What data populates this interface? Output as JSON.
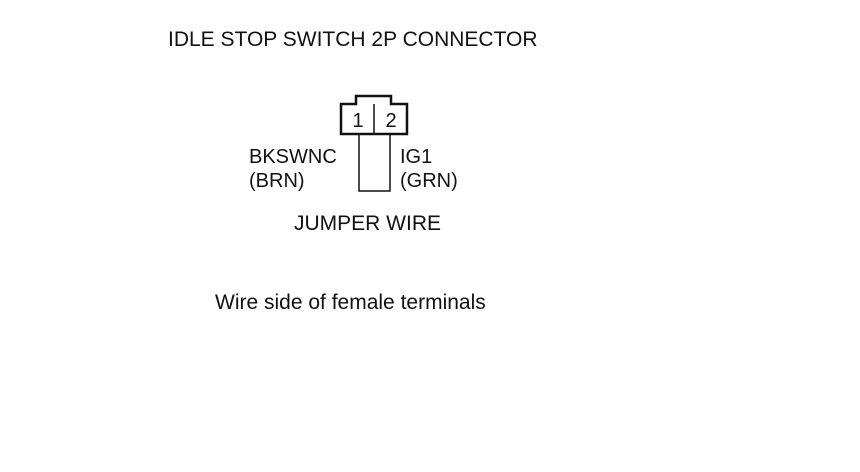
{
  "diagram": {
    "title": "IDLE STOP SWITCH 2P CONNECTOR",
    "connector": {
      "pins": [
        {
          "number": "1",
          "wire_name": "BKSWNC",
          "wire_color": "(BRN)"
        },
        {
          "number": "2",
          "wire_name": "IG1",
          "wire_color": "(GRN)"
        }
      ]
    },
    "jumper_label": "JUMPER WIRE",
    "footnote": "Wire side of female terminals"
  },
  "colors": {
    "line": "#111111",
    "background": "#ffffff"
  }
}
